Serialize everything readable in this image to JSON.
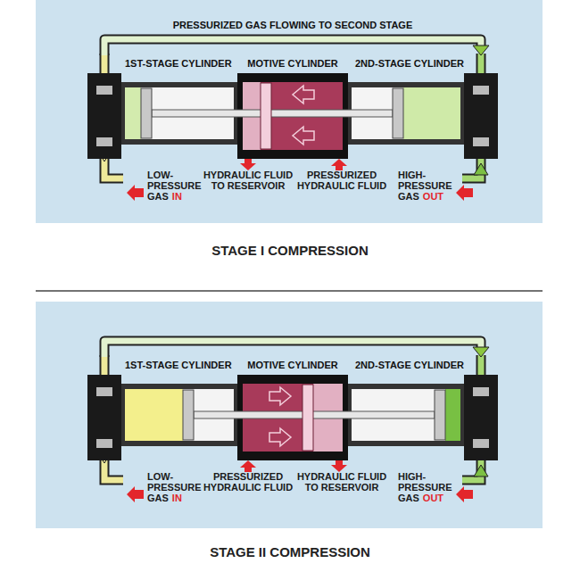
{
  "diagram": {
    "nodes": [
      {
        "text": [
          "1ST-STAGE CYLINDER"
        ]
      },
      {
        "text": [
          "MOTIVE CYLINDER"
        ]
      },
      {
        "text": [
          "2ND-STAGE CYLINDER"
        ]
      },
      {
        "text": [
          "1ST-STAGE CYLINDER"
        ]
      },
      {
        "text": [
          "MOTIVE CYLINDER"
        ]
      },
      {
        "text": [
          "2ND-STAGE CYLINDER"
        ]
      }
    ],
    "edges": [
      {
        "from": 0,
        "to": 2,
        "arrow": "to",
        "label": "PRESSURIZED GAS FLOWING TO SECOND STAGE"
      },
      {
        "from": 3,
        "to": 5,
        "arrow": "to"
      }
    ],
    "labels": [
      "LOW- PRESSURE GAS",
      "IN",
      "HYDRAULIC FLUID TO RESERVOIR",
      "PRESSURIZED HYDRAULIC FLUID",
      "HIGH- PRESSURE GAS",
      "OUT",
      "STAGE I COMPRESSION",
      "LOW- PRESSURE GAS",
      "IN",
      "PRESSURIZED HYDRAULIC FLUID",
      "HYDRAULIC FLUID TO RESERVOIR",
      "HIGH- PRESSURE GAS",
      "OUT",
      "STAGE II COMPRESSION"
    ]
  }
}
